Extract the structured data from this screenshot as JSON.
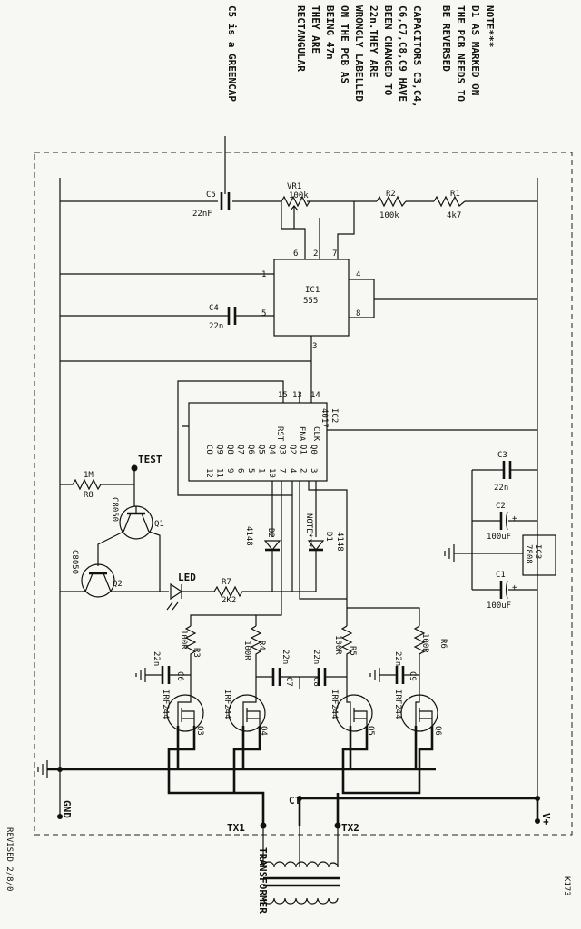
{
  "notes": {
    "note1": [
      "NOTE***",
      "D1 AS MARKED ON",
      "THE PCB NEEDS TO",
      "BE REVERSED"
    ],
    "note2": [
      "CAPACITORS C3,C4,",
      "C6,C7,C8,C9 HAVE",
      "BEEN CHANGED TO",
      "22n.THEY ARE",
      "WRONGLY LABELLED",
      "ON THE PCB AS",
      "BEING 47n",
      "THEY ARE",
      "RECTANGULAR"
    ],
    "note3": "C5 is a GREENCAP"
  },
  "components": {
    "c5": {
      "ref": "C5",
      "value": "22nF"
    },
    "vr1": {
      "ref": "VR1",
      "value": "100k"
    },
    "r2": {
      "ref": "R2",
      "value": "100k"
    },
    "r1": {
      "ref": "R1",
      "value": "4k7"
    },
    "c4": {
      "ref": "C4",
      "value": "22n"
    },
    "ic1": {
      "ref": "IC1",
      "value": "555",
      "pins": [
        "1",
        "2",
        "3",
        "4",
        "5",
        "6",
        "7",
        "8"
      ]
    },
    "ic2": {
      "ref": "IC2",
      "value": "4017",
      "pins_top": [
        "15",
        "13",
        "14"
      ],
      "pin_labels": [
        "RST",
        "ENA",
        "CLK"
      ],
      "outputs": [
        "CO",
        "Q9",
        "Q8",
        "Q7",
        "Q6",
        "Q5",
        "Q4",
        "Q3",
        "Q2",
        "Q1",
        "Q0"
      ],
      "out_pins": [
        "12",
        "11",
        "9",
        "6",
        "5",
        "1",
        "10",
        "7",
        "4",
        "2",
        "3"
      ]
    },
    "c3": {
      "ref": "C3",
      "value": "22n"
    },
    "c2": {
      "ref": "C2",
      "value": "100uF"
    },
    "c1": {
      "ref": "C1",
      "value": "100uF"
    },
    "ic3": {
      "ref": "IC3",
      "value": "7808"
    },
    "r8": {
      "ref": "R8",
      "value": "1M"
    },
    "test": "TEST",
    "q1": {
      "ref": "Q1",
      "value": "C8050"
    },
    "q2": {
      "ref": "Q2",
      "value": "C8050"
    },
    "d2": {
      "ref": "D2",
      "value": "4148"
    },
    "d1": {
      "ref": "D1",
      "value": "4148",
      "note": "NOTE***"
    },
    "led": "LED",
    "r7": {
      "ref": "R7",
      "value": "2K2"
    },
    "r3": {
      "ref": "R3",
      "value": "100R"
    },
    "r4": {
      "ref": "R4",
      "value": "100R"
    },
    "r5": {
      "ref": "R5",
      "value": "100R"
    },
    "r6": {
      "ref": "R6",
      "value": "100R"
    },
    "c6": {
      "ref": "C6",
      "value": "22n"
    },
    "c7": {
      "ref": "C7",
      "value": "22n"
    },
    "c8": {
      "ref": "C8",
      "value": "22n"
    },
    "c9": {
      "ref": "C9",
      "value": "22n"
    },
    "q3": {
      "ref": "Q3",
      "value": "IRF244"
    },
    "q4": {
      "ref": "Q4",
      "value": "IRF244"
    },
    "q5": {
      "ref": "Q5",
      "value": "IRF244"
    },
    "q6": {
      "ref": "Q6",
      "value": "IRF244"
    }
  },
  "terminals": {
    "gnd": "GND",
    "vplus": "V+",
    "ct": "CT",
    "tx1": "TX1",
    "tx2": "TX2",
    "transformer": "TRANSFORMER"
  },
  "footer": {
    "code": "K173",
    "revised": "REVISED 2/8/0"
  }
}
